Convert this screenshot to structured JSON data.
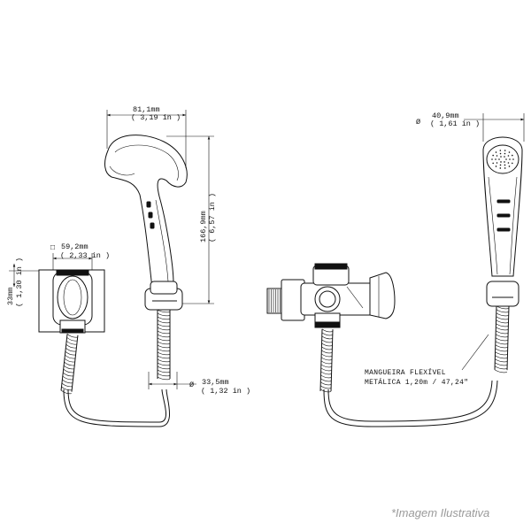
{
  "dimensions": {
    "head_width": {
      "mm": "81,1mm",
      "in": "( 3,19 in )"
    },
    "head_height": {
      "mm": "166,9mm",
      "in": "( 6,57 in )"
    },
    "head_diameter": {
      "symbol": "Ø",
      "mm": "40,9mm",
      "in": "( 1,61 in )"
    },
    "plate_width": {
      "mm": "59,2mm",
      "in": "( 2,33 in )",
      "symbol": "□"
    },
    "plate_height": {
      "mm": "33mm",
      "in": "( 1,30 in )"
    },
    "hose_diameter": {
      "symbol": "Ø",
      "mm": "33,5mm",
      "in": "( 1,32 in )"
    }
  },
  "hose_note": {
    "line1": "MANGUEIRA FLEXÍVEL",
    "line2": "METÁLICA 1,20m / 47,24\""
  },
  "caption": "*Imagem Ilustrativa"
}
